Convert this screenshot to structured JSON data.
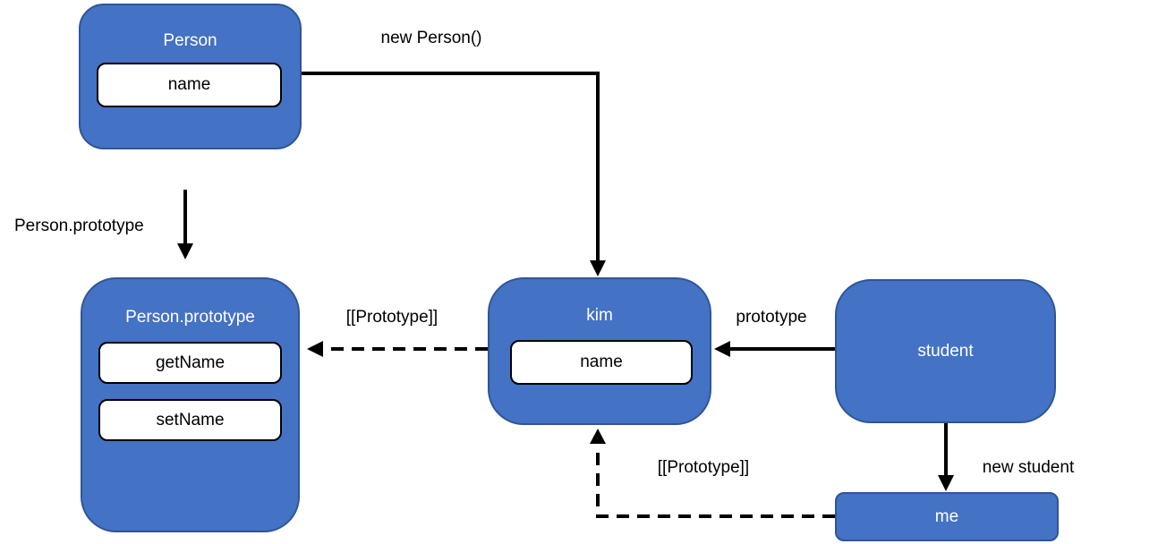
{
  "colors": {
    "background": "#ffffff",
    "node_fill": "#4472c4",
    "node_border": "#2f5597",
    "field_fill": "#ffffff",
    "field_border": "#000000",
    "node_text": "#ffffff",
    "field_text": "#000000",
    "arrow": "#000000",
    "label_text": "#000000"
  },
  "nodes": {
    "person": {
      "title": "Person",
      "fields": [
        "name"
      ]
    },
    "person_prototype": {
      "title": "Person.prototype",
      "fields": [
        "getName",
        "setName"
      ]
    },
    "kim": {
      "title": "kim",
      "fields": [
        "name"
      ]
    },
    "student": {
      "title": "student",
      "fields": []
    },
    "me": {
      "title": "me",
      "fields": []
    }
  },
  "edges": [
    {
      "from": "Person",
      "to": "kim",
      "style": "solid",
      "label": "new Person()"
    },
    {
      "from": "Person",
      "to": "Person.prototype",
      "style": "solid",
      "label": "Person.prototype"
    },
    {
      "from": "kim",
      "to": "Person.prototype",
      "style": "dashed",
      "label": "[[Prototype]]"
    },
    {
      "from": "student",
      "to": "kim",
      "style": "solid",
      "label": "prototype"
    },
    {
      "from": "student",
      "to": "me",
      "style": "solid",
      "label": "new student"
    },
    {
      "from": "me",
      "to": "kim",
      "style": "dashed",
      "label": "[[Prototype]]"
    }
  ]
}
